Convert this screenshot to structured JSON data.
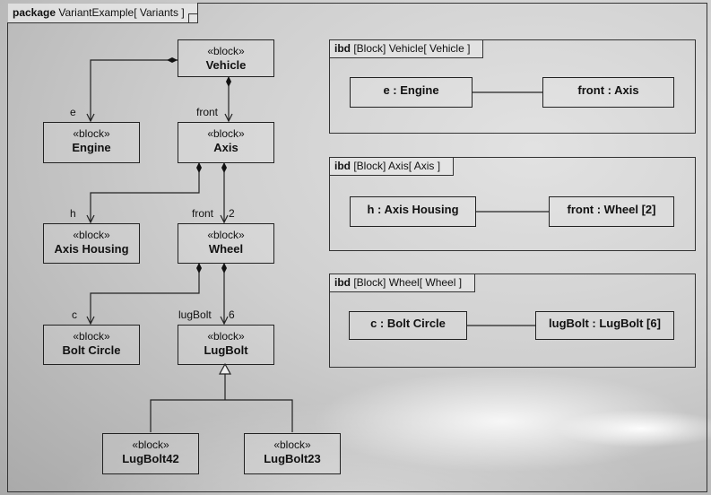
{
  "package": {
    "keyword": "package",
    "name": "VariantExample",
    "bracket": "[ Variants ]"
  },
  "blocks": {
    "vehicle": {
      "stereotype": "«block»",
      "name": "Vehicle"
    },
    "engine": {
      "stereotype": "«block»",
      "name": "Engine"
    },
    "axis": {
      "stereotype": "«block»",
      "name": "Axis"
    },
    "axis_housing": {
      "stereotype": "«block»",
      "name": "Axis Housing"
    },
    "wheel": {
      "stereotype": "«block»",
      "name": "Wheel"
    },
    "bolt_circle": {
      "stereotype": "«block»",
      "name": "Bolt Circle"
    },
    "lugbolt": {
      "stereotype": "«block»",
      "name": "LugBolt"
    },
    "lugbolt42": {
      "stereotype": "«block»",
      "name": "LugBolt42"
    },
    "lugbolt23": {
      "stereotype": "«block»",
      "name": "LugBolt23"
    }
  },
  "roles": {
    "e": "e",
    "front_axis": "front",
    "h": "h",
    "front_wheel": "front",
    "front_wheel_mult": "2",
    "c": "c",
    "lugbolt": "lugBolt",
    "lugbolt_mult": "6"
  },
  "ibds": {
    "vehicle": {
      "kw": "ibd",
      "context": "[Block] Vehicle",
      "bracket": "[ Vehicle ]",
      "part1": "e : Engine",
      "part2": "front : Axis"
    },
    "axis": {
      "kw": "ibd",
      "context": "[Block] Axis",
      "bracket": "[ Axis ]",
      "part1": "h : Axis Housing",
      "part2": "front : Wheel [2]"
    },
    "wheel": {
      "kw": "ibd",
      "context": "[Block] Wheel",
      "bracket": "[ Wheel ]",
      "part1": "c : Bolt Circle",
      "part2": "lugBolt : LugBolt [6]"
    }
  }
}
